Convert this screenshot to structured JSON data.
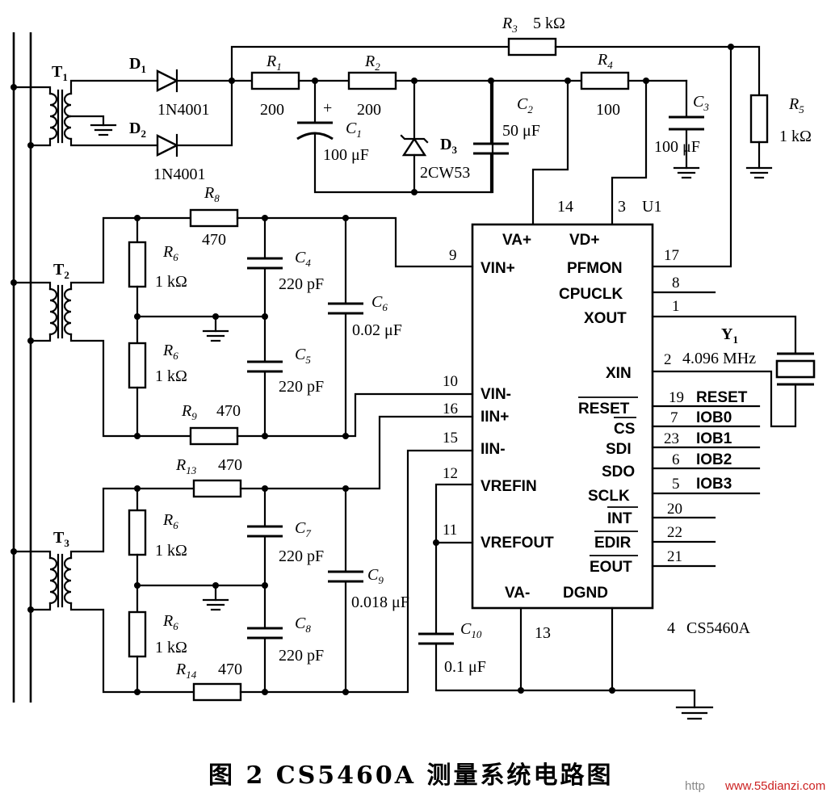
{
  "figure": {
    "caption": "图 2   CS5460A 测量系统电路图",
    "watermark_prefix": "http",
    "watermark_site": "www.55dianzi.com"
  },
  "ic": {
    "name": "CS5460A",
    "ref": "U1",
    "pin_left": [
      {
        "name": "VIN+",
        "num": "9"
      },
      {
        "name": "VIN-",
        "num": "10"
      },
      {
        "name": "IIN+",
        "num": "16"
      },
      {
        "name": "IIN-",
        "num": "15"
      },
      {
        "name": "VREFIN",
        "num": "12"
      },
      {
        "name": "VREFOUT",
        "num": "11"
      }
    ],
    "pin_top": [
      {
        "name": "VA+",
        "num": "14"
      },
      {
        "name": "VD+",
        "num": "3"
      }
    ],
    "pin_bottom": [
      {
        "name": "VA-",
        "num": "13"
      },
      {
        "name": "DGND",
        "num": "4"
      }
    ],
    "pin_right": [
      {
        "name": "PFMON",
        "num": "17",
        "net": ""
      },
      {
        "name": "CPUCLK",
        "num": "8",
        "net": ""
      },
      {
        "name": "XOUT",
        "num": "1",
        "net": ""
      },
      {
        "name": "XIN",
        "num": "2",
        "net": ""
      },
      {
        "name": "RESET",
        "num": "19",
        "net": "RESET"
      },
      {
        "name": "CS",
        "num": "7",
        "net": "IOB0"
      },
      {
        "name": "SDI",
        "num": "23",
        "net": "IOB1"
      },
      {
        "name": "SDO",
        "num": "6",
        "net": "IOB2"
      },
      {
        "name": "SCLK",
        "num": "5",
        "net": "IOB3"
      },
      {
        "name": "INT",
        "num": "20",
        "net": ""
      },
      {
        "name": "EDIR",
        "num": "22",
        "net": ""
      },
      {
        "name": "EOUT",
        "num": "21",
        "net": ""
      }
    ]
  },
  "components": {
    "T1": {
      "ref": "T",
      "sub": "1"
    },
    "T2": {
      "ref": "T",
      "sub": "2"
    },
    "T3": {
      "ref": "T",
      "sub": "3"
    },
    "D1": {
      "ref": "D",
      "sub": "1",
      "value": "1N4001"
    },
    "D2": {
      "ref": "D",
      "sub": "2",
      "value": "1N4001"
    },
    "D3": {
      "ref": "D",
      "sub": "3",
      "value": "2CW53"
    },
    "R1": {
      "ref": "R",
      "sub": "1",
      "value": "200"
    },
    "R2": {
      "ref": "R",
      "sub": "2",
      "value": "200"
    },
    "R3": {
      "ref": "R",
      "sub": "3",
      "value": "5 kΩ"
    },
    "R4": {
      "ref": "R",
      "sub": "4",
      "value": "100"
    },
    "R5": {
      "ref": "R",
      "sub": "5",
      "value": "1 kΩ"
    },
    "R6": {
      "ref": "R",
      "sub": "6",
      "value": "1 kΩ"
    },
    "R8": {
      "ref": "R",
      "sub": "8",
      "value": "470"
    },
    "R9": {
      "ref": "R",
      "sub": "9",
      "value": "470"
    },
    "R13": {
      "ref": "R",
      "sub": "13",
      "value": "470"
    },
    "R14": {
      "ref": "R",
      "sub": "14",
      "value": "470"
    },
    "C1": {
      "ref": "C",
      "sub": "1",
      "value": "100 μF",
      "polarity": "+"
    },
    "C2": {
      "ref": "C",
      "sub": "2",
      "value": "50 μF"
    },
    "C3": {
      "ref": "C",
      "sub": "3",
      "value": "100 μF"
    },
    "C4": {
      "ref": "C",
      "sub": "4",
      "value": "220 pF"
    },
    "C5": {
      "ref": "C",
      "sub": "5",
      "value": "220 pF"
    },
    "C6": {
      "ref": "C",
      "sub": "6",
      "value": "0.02 μF"
    },
    "C7": {
      "ref": "C",
      "sub": "7",
      "value": "220 pF"
    },
    "C8": {
      "ref": "C",
      "sub": "8",
      "value": "220 pF"
    },
    "C9": {
      "ref": "C",
      "sub": "9",
      "value": "0.018 μF"
    },
    "C10": {
      "ref": "C",
      "sub": "10",
      "value": "0.1 μF"
    },
    "Y1": {
      "ref": "Y",
      "sub": "1",
      "value": "4.096 MHz"
    }
  }
}
